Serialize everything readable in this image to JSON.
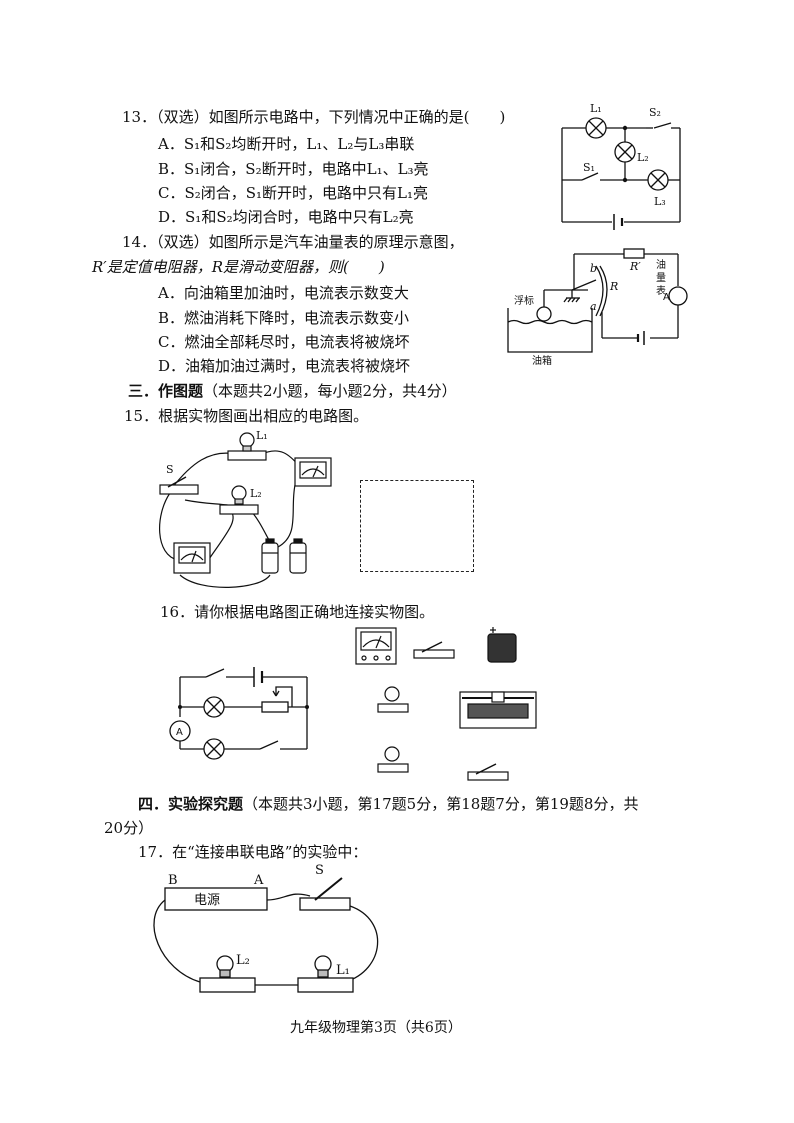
{
  "q13": {
    "stem": "13．（双选）如图所示电路中，下列情况中正确的是(　　)",
    "a": "A．S₁和S₂均断开时，L₁、L₂与L₃串联",
    "b": "B．S₁闭合，S₂断开时，电路中L₁、L₃亮",
    "c": "C．S₂闭合，S₁断开时，电路中只有L₁亮",
    "d": "D．S₁和S₂均闭合时，电路中只有L₂亮",
    "fig": {
      "L1": "L₁",
      "L2": "L₂",
      "L3": "L₃",
      "S1": "S₁",
      "S2": "S₂"
    }
  },
  "q14": {
    "stem1": "14．（双选）如图所示是汽车油量表的原理示意图，",
    "stem2": "R′是定值电阻器，R是滑动变阻器，则(　　)",
    "a": "A．向油箱里加油时，电流表示数变大",
    "b": "B．燃油消耗下降时，电流表示数变小",
    "c": "C．燃油全部耗尽时，电流表将被烧坏",
    "d": "D．油箱加油过满时，电流表将被烧坏",
    "fig": {
      "float": "浮标",
      "tank": "油箱",
      "gauge": "油量表",
      "R": "R",
      "Rp": "R′",
      "a": "a",
      "b": "b",
      "A": "A"
    }
  },
  "sec3": {
    "title": "三．作图题",
    "detail": "（本题共2小题，每小题2分，共4分）"
  },
  "q15": {
    "stem": "15．根据实物图画出相应的电路图。",
    "fig": {
      "L1": "L₁",
      "L2": "L₂",
      "S": "S"
    }
  },
  "q16": {
    "stem": "16．请你根据电路图正确地连接实物图。",
    "fig": {
      "A": "A"
    }
  },
  "sec4": {
    "title": "四．实验探究题",
    "detail1": "（本题共3小题，第17题5分，第18题7分，第19题8分，共",
    "detail2": "20分）"
  },
  "q17": {
    "stem": "17．在“连接串联电路”的实验中：",
    "fig": {
      "B": "B",
      "A": "A",
      "source": "电源",
      "S": "S",
      "L1": "L₁",
      "L2": "L₂"
    }
  },
  "footer": "九年级物理第3页（共6页）"
}
